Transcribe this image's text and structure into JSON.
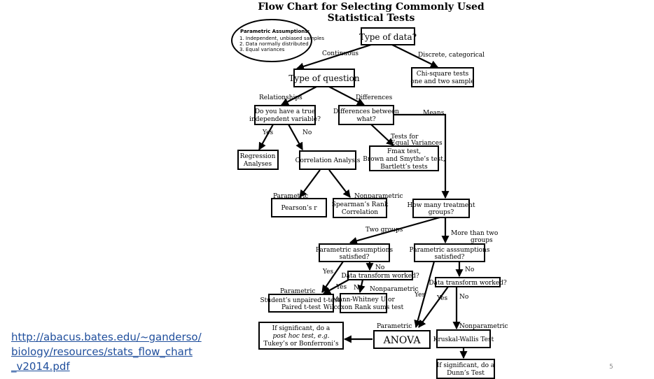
{
  "title": "Flow Chart for Selecting Commonly Used Statistical Tests",
  "assumptions": {
    "heading": "Parametric Assumptions:",
    "items": [
      "1. Independent, unbiased samples",
      "2. Data normally distributed",
      "3. Equal variances"
    ]
  },
  "nodes": {
    "type_of_data": "Type of data?",
    "chi_square": [
      "Chi-square  tests",
      "one and two sample"
    ],
    "type_of_question": "Type of question",
    "true_independent": [
      "Do you have a true",
      "independent variable?"
    ],
    "differences_between": [
      "Differences between",
      "what?"
    ],
    "regression": [
      "Regression",
      "Analyses"
    ],
    "correlation": "Correlation Analysis",
    "fmax": [
      "Fmax test,",
      "Brown and Smythe’s test,",
      "Bartlett’s tests"
    ],
    "pearson": "Pearson’s r",
    "spearman": [
      "Spearman’s Rank",
      "Correlation"
    ],
    "how_many_groups": [
      "How many treatment",
      "groups?"
    ],
    "param_sat_two": [
      "Parametric  assumptions",
      "satisfied?"
    ],
    "param_sat_more": [
      "Parametric  asssumptions",
      "satisfied?"
    ],
    "transform_two": "Data transform worked?",
    "transform_more": "Data transform worked?",
    "ttest": [
      "Student’s unpaired t-test,",
      "Paired t-test"
    ],
    "mann_whitney": [
      "Mann-Whitney U or",
      "Wilcoxon Rank sums test"
    ],
    "post_hoc": [
      "If significant, do a",
      "post hoc test, e.g.",
      "Tukey’s or  Bonferroni’s"
    ],
    "anova": "ANOVA",
    "kruskal": "Kruskal-Wallis Test",
    "dunn": [
      "If significant, do a",
      "Dunn’s Test"
    ]
  },
  "edge_labels": {
    "continuous": "Continuous",
    "discrete": "Discrete, categorical",
    "relationships": "Relationships",
    "differences": "Differences",
    "means": "Means",
    "yes1": "Yes",
    "no1": "No",
    "tests_equal_var": [
      "Tests for",
      "Equal Variances"
    ],
    "parametric1": "Parametric",
    "nonparametric1": "Nonparametric",
    "two_groups": "Two groups",
    "more_than_two": [
      "More than two",
      "groups"
    ],
    "yes_two": "Yes",
    "no_two": "No",
    "parametric2": "Parametric",
    "yes_t2": "Yes",
    "no_t2": "No",
    "nonparametric2": "Nonparametric",
    "no_more": "No",
    "yes_more": "Yes",
    "yes_t3": "Yes",
    "no_t3": "No",
    "parametric3": "Parametric",
    "nonparametric3": "Nonparametric"
  },
  "source_link": [
    "http://abacus.bates.edu/~ganderso/",
    "biology/resources/stats_flow_chart",
    "_v2014.pdf"
  ],
  "page_number": "5"
}
